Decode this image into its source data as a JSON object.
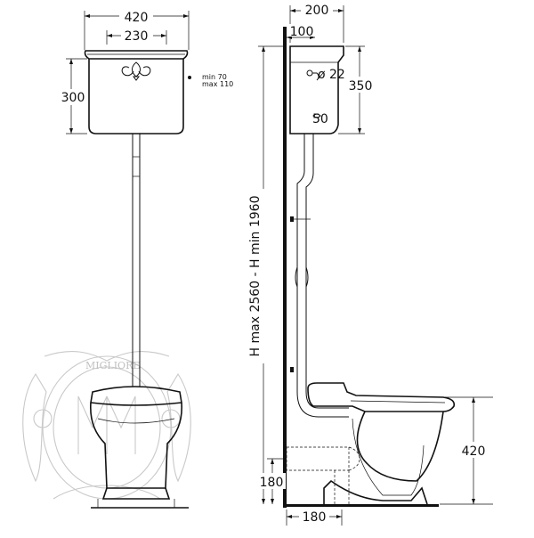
{
  "front_view": {
    "cistern_width": "420",
    "mount_spacing": "230",
    "cistern_height": "300",
    "pipe_offset_min": "min 70",
    "pipe_offset_max": "max 110"
  },
  "side_view": {
    "cistern_depth": "200",
    "wall_to_outlet": "100",
    "cistern_side_height": "350",
    "inlet_diameter": "ø 22",
    "flush_pipe_diameter": "50",
    "total_height": "H max 2560 - H min 1960",
    "bowl_height": "420",
    "outlet_height": "180",
    "outlet_distance": "180"
  },
  "watermark": {
    "brand_text": "MIGLIORE"
  },
  "colors": {
    "line": "#111111",
    "watermark": "#c9c9c9",
    "background": "#ffffff"
  }
}
